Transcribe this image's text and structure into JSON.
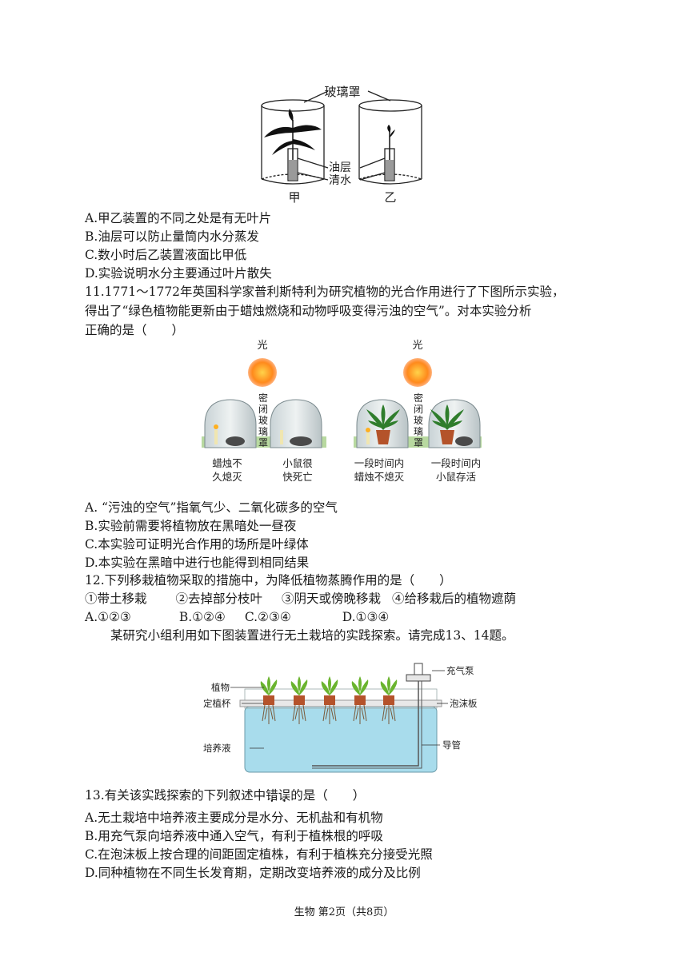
{
  "figure1": {
    "label_cover": "玻璃罩",
    "label_oil": "油层",
    "label_water": "清水",
    "label_a": "甲",
    "label_b": "乙"
  },
  "q10_options": [
    "A.甲乙装置的不同之处是有无叶片",
    "B.油层可以防止量筒内水分蒸发",
    "C.数小时后乙装置液面比甲低",
    "D.实验说明水分主要通过叶片散失"
  ],
  "q11": {
    "stem_lines": [
      "11.1771～1772年英国科学家普利斯特利为研究植物的光合作用进行了下图所示实验，",
      "得出了“绿色植物能更新由于蜡烛燃烧和动物呼吸变得污浊的空气”。对本实验分析",
      "正确的是（　　）"
    ],
    "fig": {
      "light": "光",
      "seal_chars": [
        "密",
        "闭",
        "玻",
        "璃",
        "罩"
      ],
      "cap1": [
        "蜡烛不",
        "久熄灭"
      ],
      "cap2": [
        "小鼠很",
        "快死亡"
      ],
      "cap3": [
        "一段时间内",
        "蜡烛不熄灭"
      ],
      "cap4": [
        "一段时间内",
        "小鼠存活"
      ]
    },
    "options": [
      "A. “污浊的空气”指氧气少、二氧化碳多的空气",
      "B.实验前需要将植物放在黑暗处一昼夜",
      "C.本实验可证明光合作用的场所是叶绿体",
      "D.本实验在黑暗中进行也能得到相同结果"
    ]
  },
  "q12": {
    "stem": "12.下列移栽植物采取的措施中，为降低植物蒸腾作用的是（　　）",
    "items": [
      "①带土移栽",
      "②去掉部分枝叶",
      "③阴天或傍晚移栽",
      "④给移栽后的植物遮荫"
    ],
    "options": [
      "A.①②③",
      "B.①②④",
      "C.②③④",
      "D.①③④"
    ]
  },
  "intro": "某研究小组利用如下图装置进行无土栽培的实践探索。请完成13、14题。",
  "figure3": {
    "plant": "植物",
    "cup": "定植杯",
    "solution": "培养液",
    "pump": "充气泵",
    "foam": "泡沫板",
    "tube": "导管"
  },
  "q13": {
    "stem_before": "13.有关该实践探索的下列叙述中",
    "stem_emph": [
      "错",
      "误"
    ],
    "stem_after": "的是（　　）",
    "options": [
      "A.无土栽培中培养液主要成分是水分、无机盐和有机物",
      "B.用充气泵向培养液中通入空气，有利于植株根的呼吸",
      "C.在泡沫板上按合理的间距固定植株，有利于植株充分接受光照",
      "D.同种植物在不同生长发育期，定期改变培养液的成分及比例"
    ]
  },
  "footer": "生物  第2页（共8页）"
}
